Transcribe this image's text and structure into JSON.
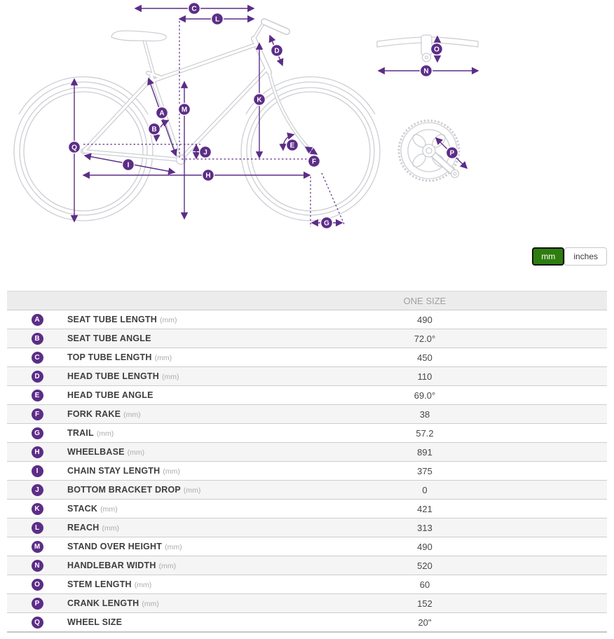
{
  "diagram": {
    "badge_letters": [
      "C",
      "L",
      "D",
      "K",
      "A",
      "M",
      "B",
      "E",
      "F",
      "J",
      "Q",
      "I",
      "H",
      "G",
      "O",
      "N",
      "P"
    ],
    "accent_color": "#5c2d87",
    "line_color": "#ccced3"
  },
  "units_toggle": {
    "mm_label": "mm",
    "inches_label": "inches",
    "active": "mm",
    "active_color": "#2e7d0f"
  },
  "table": {
    "size_header": "ONE SIZE",
    "rows": [
      {
        "letter": "A",
        "label": "SEAT TUBE LENGTH",
        "unit": "(mm)",
        "value": "490"
      },
      {
        "letter": "B",
        "label": "SEAT TUBE ANGLE",
        "unit": "",
        "value": "72.0°"
      },
      {
        "letter": "C",
        "label": "TOP TUBE LENGTH",
        "unit": "(mm)",
        "value": "450"
      },
      {
        "letter": "D",
        "label": "HEAD TUBE LENGTH",
        "unit": "(mm)",
        "value": "110"
      },
      {
        "letter": "E",
        "label": "HEAD TUBE ANGLE",
        "unit": "",
        "value": "69.0°"
      },
      {
        "letter": "F",
        "label": "FORK RAKE",
        "unit": "(mm)",
        "value": "38"
      },
      {
        "letter": "G",
        "label": "TRAIL",
        "unit": "(mm)",
        "value": "57.2"
      },
      {
        "letter": "H",
        "label": "WHEELBASE",
        "unit": "(mm)",
        "value": "891"
      },
      {
        "letter": "I",
        "label": "CHAIN STAY LENGTH",
        "unit": "(mm)",
        "value": "375"
      },
      {
        "letter": "J",
        "label": "BOTTOM BRACKET DROP",
        "unit": "(mm)",
        "value": "0"
      },
      {
        "letter": "K",
        "label": "STACK",
        "unit": "(mm)",
        "value": "421"
      },
      {
        "letter": "L",
        "label": "REACH",
        "unit": "(mm)",
        "value": "313"
      },
      {
        "letter": "M",
        "label": "STAND OVER HEIGHT",
        "unit": "(mm)",
        "value": "490"
      },
      {
        "letter": "N",
        "label": "HANDLEBAR WIDTH",
        "unit": "(mm)",
        "value": "520"
      },
      {
        "letter": "O",
        "label": "STEM LENGTH",
        "unit": "(mm)",
        "value": "60"
      },
      {
        "letter": "P",
        "label": "CRANK LENGTH",
        "unit": "(mm)",
        "value": "152"
      },
      {
        "letter": "Q",
        "label": "WHEEL SIZE",
        "unit": "",
        "value": "20\""
      }
    ]
  }
}
